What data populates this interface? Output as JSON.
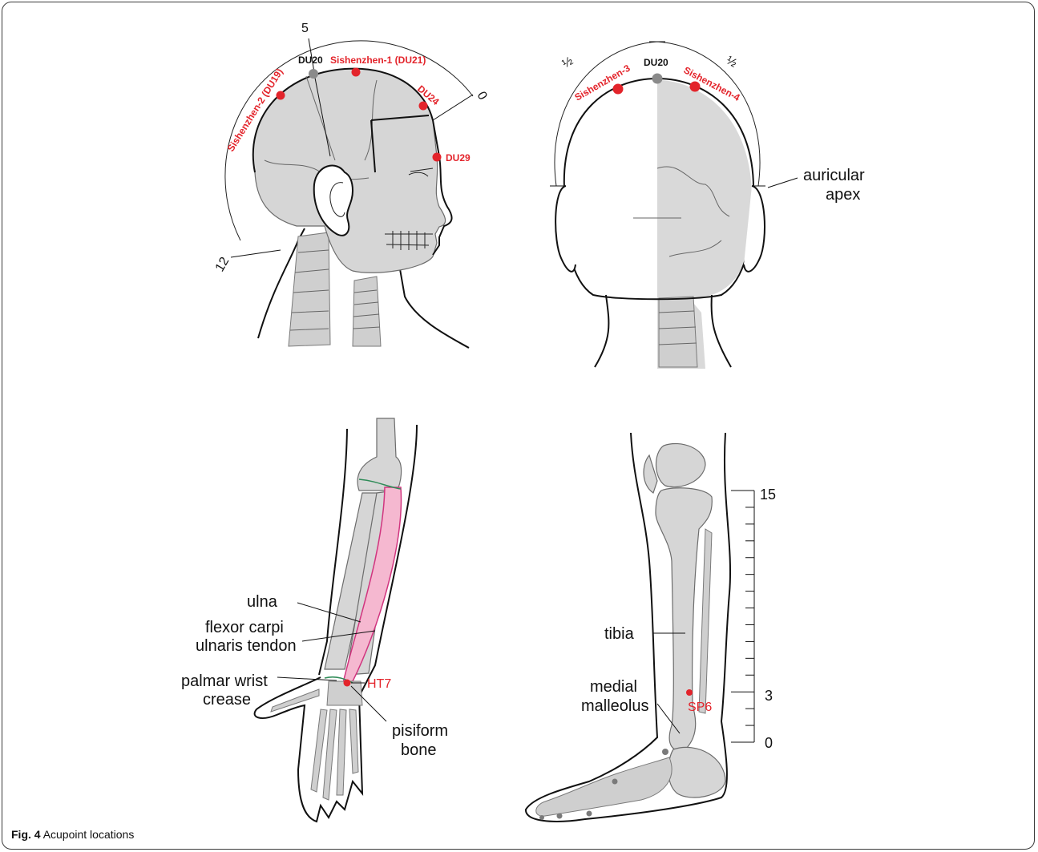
{
  "figure": {
    "caption_label": "Fig. 4",
    "caption_text": "Acupoint locations"
  },
  "colors": {
    "acupoint": "#e3242b",
    "reference_point": "#8a8a8a",
    "bone": "#d6d6d6",
    "tendon_highlight": "#f5b8d0",
    "outline": "#111111"
  },
  "head_side": {
    "scale_marks": [
      "5",
      "0",
      "12"
    ],
    "points": {
      "du20": "DU20",
      "sishenzhen1": "Sishenzhen-1 (DU21)",
      "sishenzhen2": "Sishenzhen-2 (DU19)",
      "du24": "DU24",
      "du29": "DU29"
    }
  },
  "head_back": {
    "half_left": "½",
    "half_right": "½",
    "points": {
      "du20": "DU20",
      "sishenzhen3": "Sishenzhen-3",
      "sishenzhen4": "Sishenzhen-4"
    },
    "labels": {
      "auricular_line1": "auricular",
      "auricular_line2": "apex"
    }
  },
  "forearm": {
    "labels": {
      "ulna": "ulna",
      "fcu_line1": "flexor carpi",
      "fcu_line2": "ulnaris tendon",
      "crease_line1": "palmar wrist",
      "crease_line2": "crease",
      "pisiform_line1": "pisiform",
      "pisiform_line2": "bone"
    },
    "point": "HT7"
  },
  "leg": {
    "labels": {
      "tibia": "tibia",
      "malleolus_line1": "medial",
      "malleolus_line2": "malleolus"
    },
    "point": "SP6",
    "scale": [
      "15",
      "3",
      "0"
    ]
  }
}
